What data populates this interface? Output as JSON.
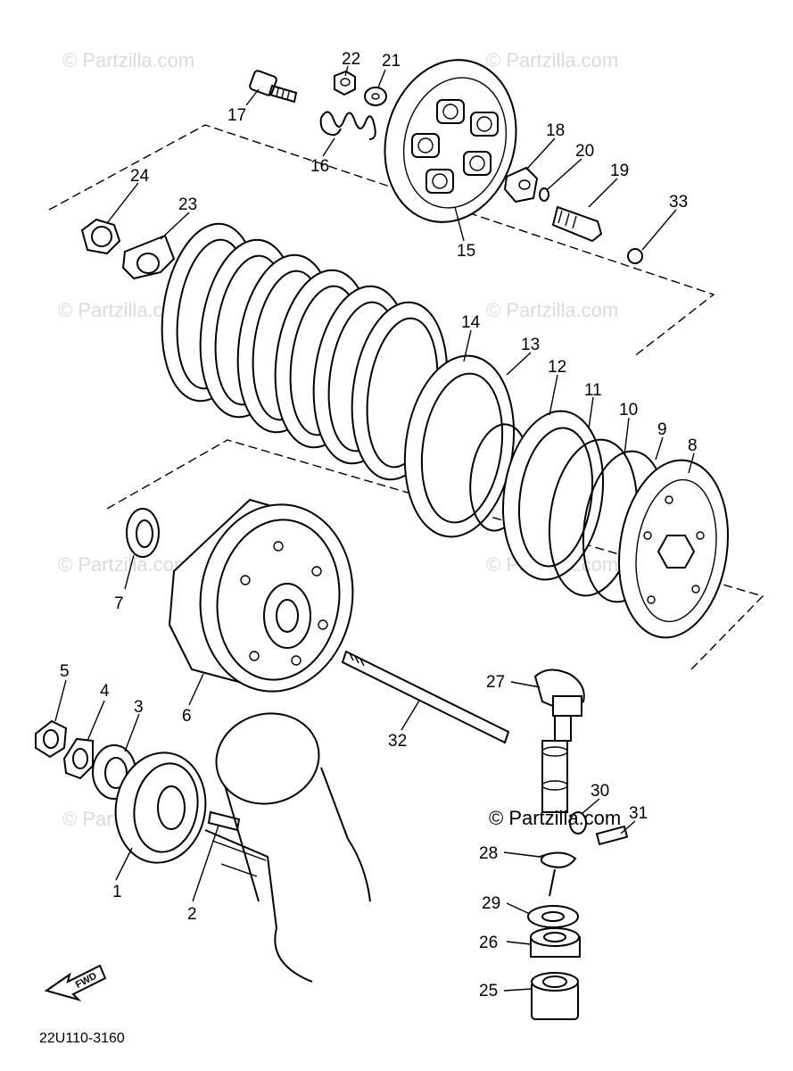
{
  "diagram_code": "22U110-3160",
  "copyright_notice": "© Partzilla.com",
  "fwd_label": "FWD",
  "watermark_text": "© Partzilla.com",
  "callouts": {
    "c1": "1",
    "c2": "2",
    "c3": "3",
    "c4": "4",
    "c5": "5",
    "c6": "6",
    "c7": "7",
    "c8": "8",
    "c9": "9",
    "c10": "10",
    "c11": "11",
    "c12": "12",
    "c13": "13",
    "c14": "14",
    "c15": "15",
    "c16": "16",
    "c17": "17",
    "c18": "18",
    "c19": "19",
    "c20": "20",
    "c21": "21",
    "c22": "22",
    "c23": "23",
    "c24": "24",
    "c25": "25",
    "c26": "26",
    "c27": "27",
    "c28": "28",
    "c29": "29",
    "c30": "30",
    "c31": "31",
    "c32": "32",
    "c33": "33"
  }
}
